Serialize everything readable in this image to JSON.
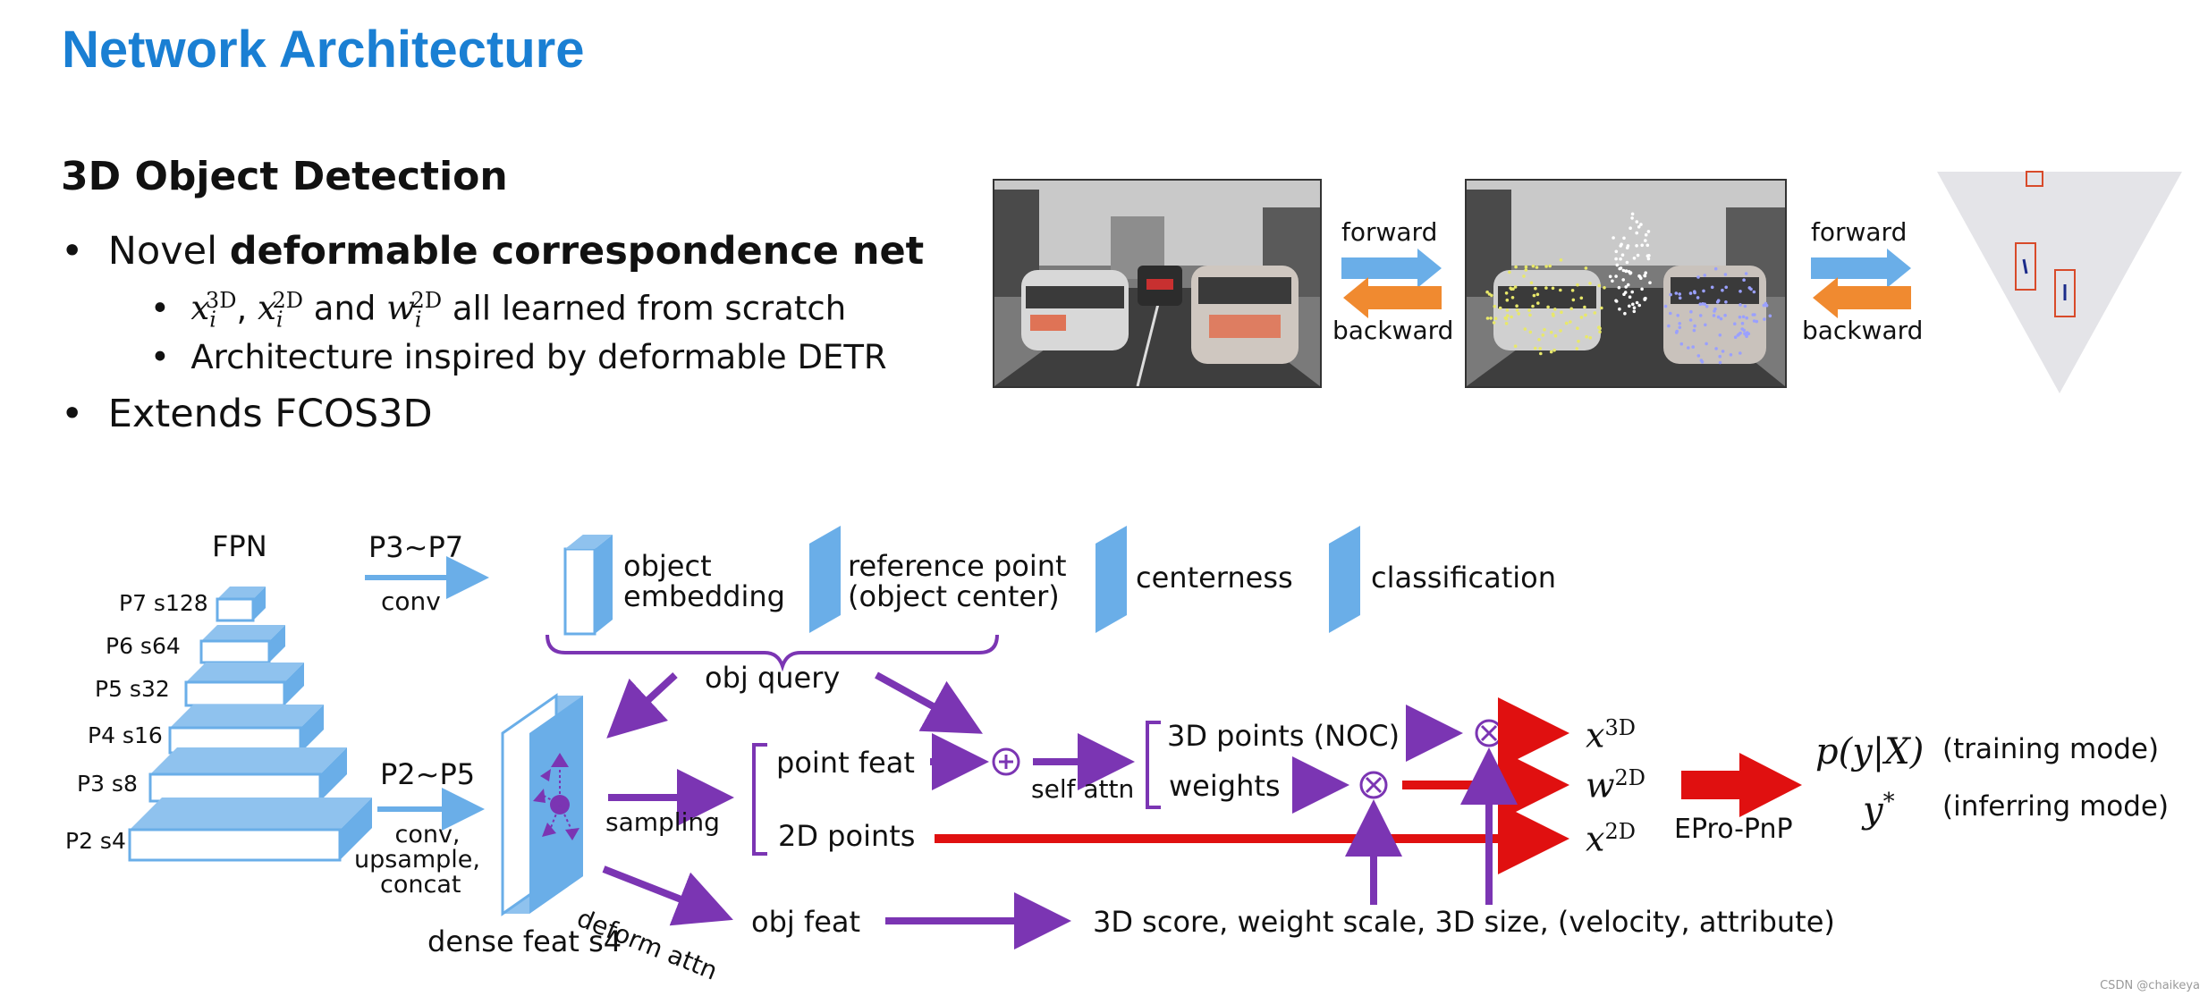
{
  "header": {
    "title": "Network Architecture"
  },
  "section": {
    "title": "3D Object Detection"
  },
  "bullets": {
    "b1_prefix": "Novel ",
    "b1_bold": "deformable correspondence net",
    "sub1_tail": " all learned from scratch",
    "sub1_and": " and ",
    "sub1_x3d_base": "x",
    "sub1_x3d_sub": "i",
    "sub1_x3d_sup": "3D",
    "sub1_x2d_base": "x",
    "sub1_x2d_sub": "i",
    "sub1_x2d_sup": "2D",
    "sub1_w2d_base": "w",
    "sub1_w2d_sub": "i",
    "sub1_w2d_sup": "2D",
    "sub2": "Architecture inspired by deformable DETR",
    "b2": "Extends FCOS3D"
  },
  "pipeline": {
    "forward_1": "forward",
    "backward_1": "backward",
    "forward_2": "forward",
    "backward_2": "backward"
  },
  "diagram": {
    "fpn": "FPN",
    "levels": [
      "P7 s128",
      "P6 s64",
      "P5 s32",
      "P4 s16",
      "P3 s8",
      "P2 s4"
    ],
    "p3p7": "P3~P7",
    "conv": "conv",
    "p2p5": "P2~P5",
    "conv2": "conv,",
    "upsample": "upsample,",
    "concat": "concat",
    "object": "object",
    "embedding": "embedding",
    "ref1": "reference point",
    "ref2": "(object center)",
    "centerness": "centerness",
    "classification": "classification",
    "obj_query": "obj query",
    "dense_feat": "dense feat s4",
    "sampling": "sampling",
    "deform_attn": "deform attn",
    "point_feat": "point feat",
    "points_2d": "2D points",
    "obj_feat": "obj feat",
    "self_attn": "self attn",
    "points_3d": "3D points (NOC)",
    "weights": "weights",
    "x3d_base": "x",
    "x3d_sup": "3D",
    "w2d_base": "w",
    "w2d_sup": "2D",
    "x2d_base": "x",
    "x2d_sup": "2D",
    "epro": "EPro-PnP",
    "pyx": "p(y|X)",
    "training": "(training mode)",
    "ystar_base": "y",
    "ystar_sup": "*",
    "inferring": "(inferring mode)",
    "scores": "3D score, weight scale, 3D size, (velocity, attribute)"
  },
  "watermark": "CSDN @chaikeya",
  "colors": {
    "title": "#1a7fd3",
    "blue": "#6aaee8",
    "purple": "#7b35b3",
    "red": "#e01010",
    "orange": "#f08a30"
  }
}
